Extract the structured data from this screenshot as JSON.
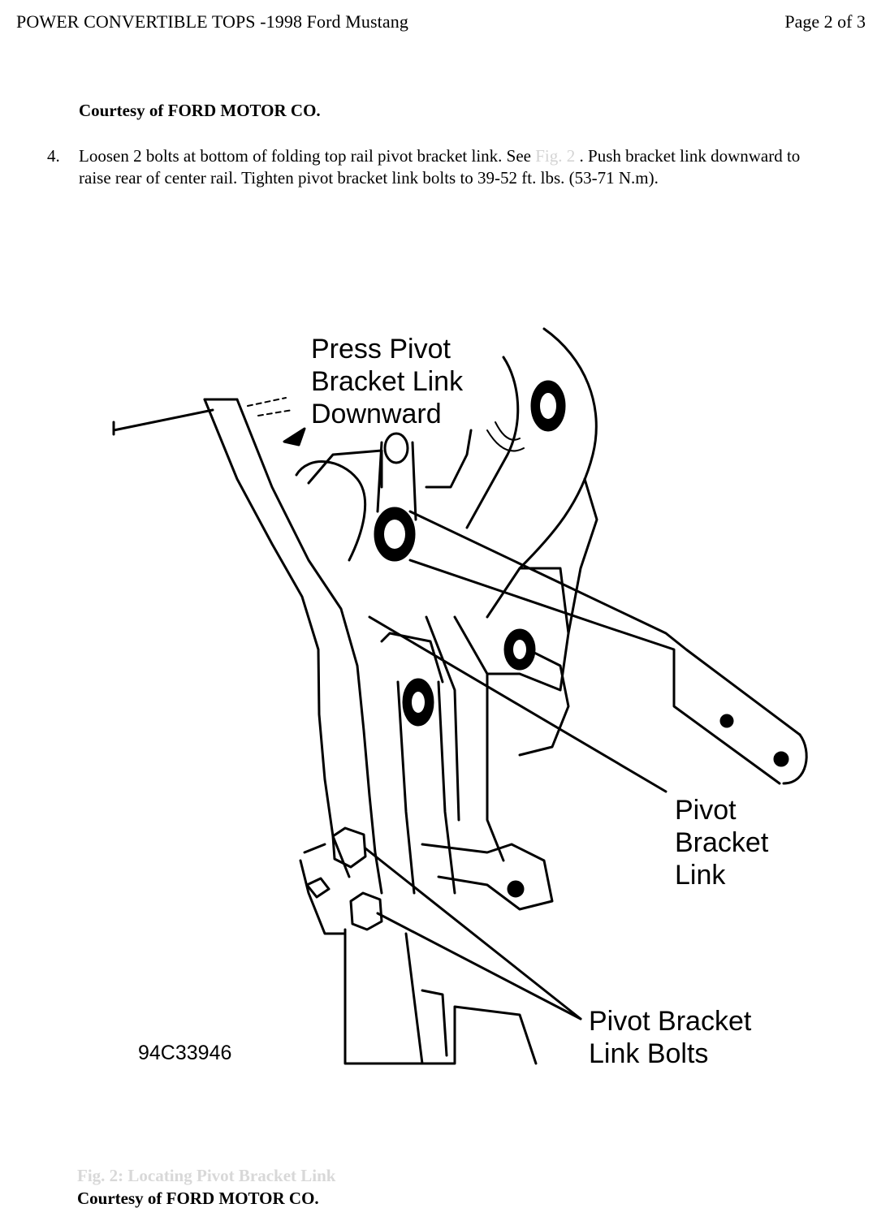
{
  "header": {
    "title": "POWER CONVERTIBLE TOPS -1998 Ford Mustang",
    "page": "Page 2 of 3"
  },
  "courtesy_top": "Courtesy of FORD MOTOR CO.",
  "step": {
    "number": "4.",
    "text_a": "Loosen 2 bolts at bottom of folding top rail pivot bracket link. See ",
    "fig_ref": "Fig. 2",
    "text_b": " . Push bracket link downward to raise rear of center rail. Tighten pivot bracket link bolts to 39-52 ft. lbs. (53-71 N.m)."
  },
  "figure": {
    "callout_press": [
      "Press Pivot",
      "Bracket Link",
      "Downward"
    ],
    "callout_link": [
      "Pivot",
      "Bracket",
      "Link"
    ],
    "callout_bolts": [
      "Pivot Bracket",
      "Link Bolts"
    ],
    "code": "94C33946"
  },
  "caption": "Fig. 2: Locating Pivot Bracket Link",
  "courtesy_bottom": "Courtesy of FORD MOTOR CO."
}
